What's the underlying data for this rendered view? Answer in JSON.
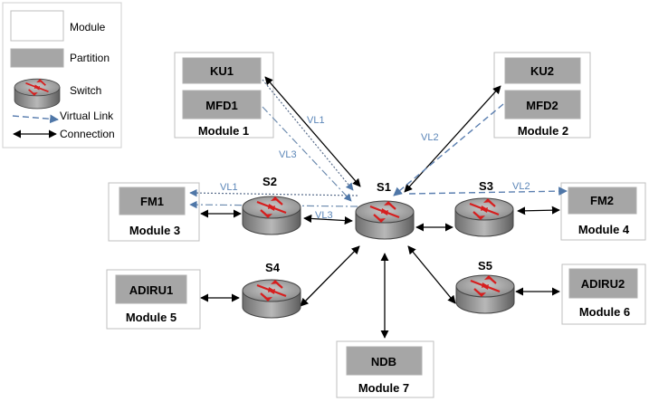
{
  "legend": {
    "module": "Module",
    "partition": "Partition",
    "switch": "Switch",
    "virtual_link": "Virtual Link",
    "connection": "Connection"
  },
  "modules": {
    "m1": {
      "name": "Module 1",
      "partitions": [
        "KU1",
        "MFD1"
      ]
    },
    "m2": {
      "name": "Module 2",
      "partitions": [
        "KU2",
        "MFD2"
      ]
    },
    "m3": {
      "name": "Module 3",
      "partitions": [
        "FM1"
      ]
    },
    "m4": {
      "name": "Module 4",
      "partitions": [
        "FM2"
      ]
    },
    "m5": {
      "name": "Module 5",
      "partitions": [
        "ADIRU1"
      ]
    },
    "m6": {
      "name": "Module 6",
      "partitions": [
        "ADIRU2"
      ]
    },
    "m7": {
      "name": "Module 7",
      "partitions": [
        "NDB"
      ]
    }
  },
  "switches": {
    "s1": "S1",
    "s2": "S2",
    "s3": "S3",
    "s4": "S4",
    "s5": "S5"
  },
  "virtual_links": {
    "vl1": "VL1",
    "vl2": "VL2",
    "vl3": "VL3"
  },
  "colors": {
    "partition_fill": "#a6a6a6",
    "virtual_link": "#5b7fb0",
    "switch_arrow": "#e02020",
    "connection": "#000000"
  }
}
